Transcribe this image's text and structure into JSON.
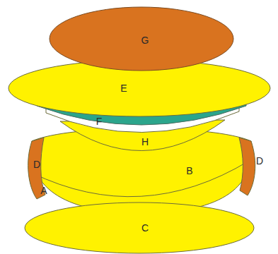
{
  "diagram": {
    "labels": [
      "G",
      "E",
      "F",
      "H",
      "D",
      "B",
      "D",
      "A",
      "C"
    ]
  }
}
